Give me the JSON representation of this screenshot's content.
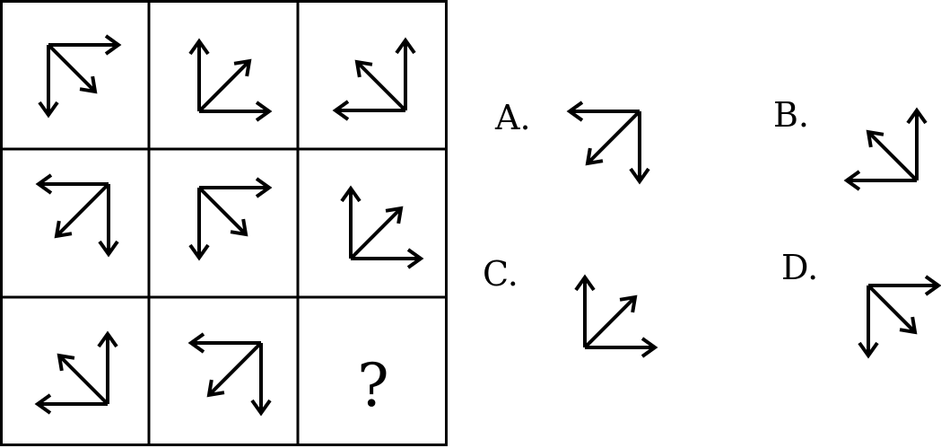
{
  "grid": {
    "rows": 3,
    "cols": 3,
    "cells": [
      {
        "glyph": "arrows",
        "corner": "top-left"
      },
      {
        "glyph": "arrows",
        "corner": "bottom-left"
      },
      {
        "glyph": "arrows",
        "corner": "bottom-right"
      },
      {
        "glyph": "arrows",
        "corner": "top-right"
      },
      {
        "glyph": "arrows",
        "corner": "top-left"
      },
      {
        "glyph": "arrows",
        "corner": "bottom-left"
      },
      {
        "glyph": "arrows",
        "corner": "bottom-right"
      },
      {
        "glyph": "arrows",
        "corner": "top-right"
      },
      {
        "glyph": "text",
        "text": "?"
      }
    ]
  },
  "options": [
    {
      "label": "A.",
      "corner": "top-right"
    },
    {
      "label": "B.",
      "corner": "bottom-right"
    },
    {
      "label": "C.",
      "corner": "bottom-left"
    },
    {
      "label": "D.",
      "corner": "top-left"
    }
  ],
  "colors": {
    "stroke": "#000000",
    "background": "#ffffff"
  }
}
